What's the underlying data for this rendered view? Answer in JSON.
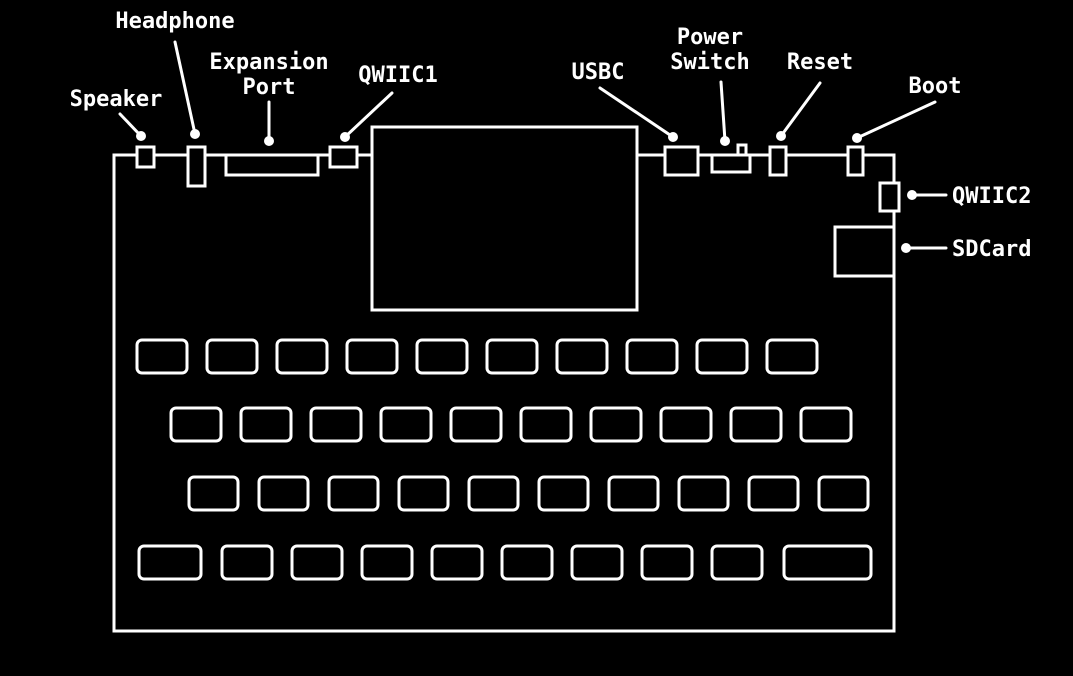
{
  "diagram": {
    "labels": {
      "speaker": "Speaker",
      "headphone": "Headphone",
      "expansion_1": "Expansion",
      "expansion_2": "Port",
      "qwiic1": "QWIIC1",
      "usbc": "USBC",
      "power_1": "Power",
      "power_2": "Switch",
      "reset": "Reset",
      "boot": "Boot",
      "qwiic2": "QWIIC2",
      "sdcard": "SDCard"
    },
    "keyboard_rows": [
      10,
      10,
      10,
      10
    ],
    "colors": {
      "background": "#000000",
      "line": "#ffffff"
    }
  }
}
